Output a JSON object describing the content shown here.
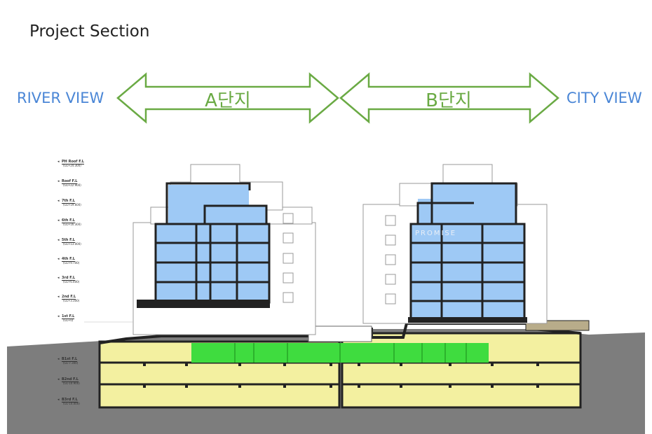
{
  "title": "Project Section",
  "views": {
    "left": "RIVER VIEW",
    "right": "CITY VIEW"
  },
  "zones": {
    "a": "A단지",
    "b": "B단지"
  },
  "levels": [
    {
      "label": "PH Roof F.L",
      "elev": "(GL+24.300)"
    },
    {
      "label": "Roof F.L",
      "elev": "(GL+22.900)"
    },
    {
      "label": "7th F.L",
      "elev": "(GL+19.600)"
    },
    {
      "label": "6th F.L",
      "elev": "(GL+16.300)"
    },
    {
      "label": "5th F.L",
      "elev": "(GL+13.000)"
    },
    {
      "label": "4th F.L",
      "elev": "(GL+9.700)"
    },
    {
      "label": "3rd F.L",
      "elev": "(GL+6.400)"
    },
    {
      "label": "2nd F.L",
      "elev": "(GL+3.300)"
    },
    {
      "label": "1st F.L",
      "elev": "(GL+0)"
    },
    {
      "label": "B1st F.L",
      "elev": "(GL-7.300)"
    },
    {
      "label": "B2nd F.L",
      "elev": "(GL-10.900)"
    },
    {
      "label": "B3rd F.L",
      "elev": "(GL-14.000)"
    }
  ],
  "watermark": "PROMISE",
  "colors": {
    "arrow": "#6aaa44",
    "view_text": "#4a86d6",
    "glass": "#9ec9f5",
    "basement": "#f3f0a0",
    "landscape": "#3fdc3f",
    "ground": "#7d7d7d",
    "structure": "#222222"
  }
}
